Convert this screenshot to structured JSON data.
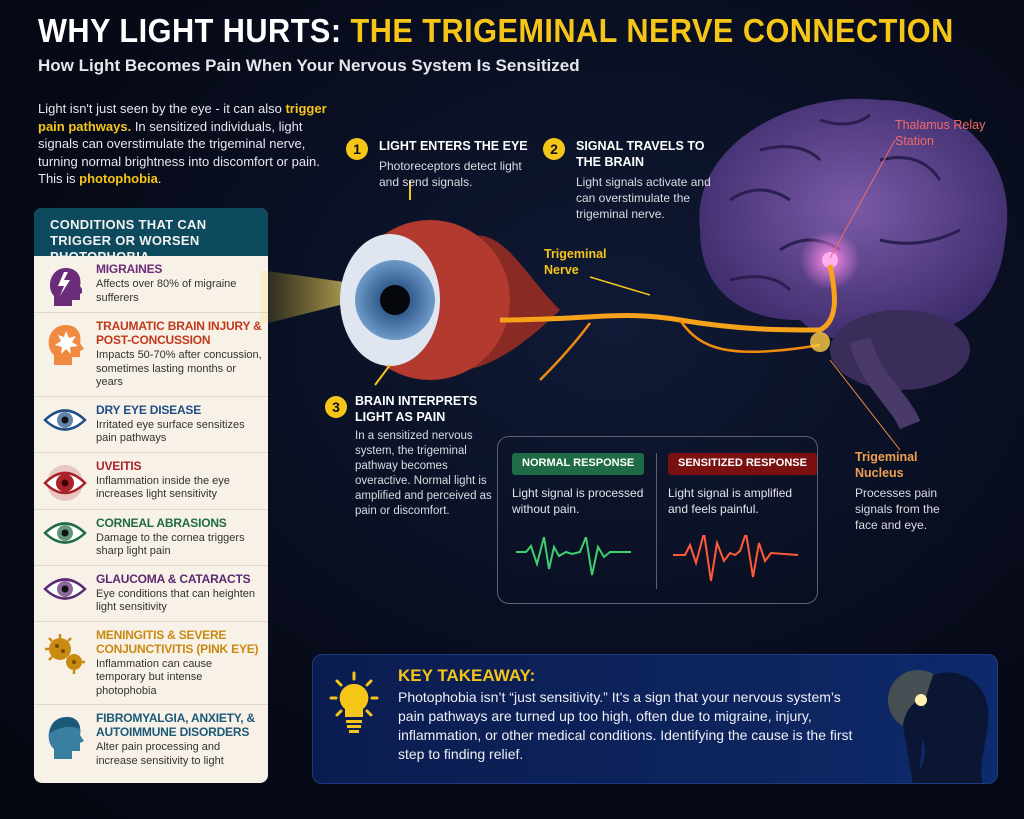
{
  "header": {
    "title_white": "WHY LIGHT HURTS:",
    "title_yellow": "THE TRIGEMINAL NERVE CONNECTION",
    "subtitle": "How Light Becomes Pain When Your Nervous System Is Sensitized"
  },
  "intro": {
    "p1": "Light isn't just seen by the eye - it can also ",
    "h1": "trigger pain pathways.",
    "p2": " In sensitized individuals, light signals can overstimulate the trigeminal nerve, turning normal brightness into discomfort or pain. This is ",
    "h2": "photophobia",
    "p3": "."
  },
  "conditions": {
    "heading": "CONDITIONS THAT CAN TRIGGER OR WORSEN PHOTOPHOBIA",
    "items": [
      {
        "title": "MIGRAINES",
        "desc": "Affects over 80% of migraine sufferers",
        "color": "#6b2c7a",
        "icon": "head-lightning-icon"
      },
      {
        "title": "TRAUMATIC BRAIN INJURY & POST-CONCUSSION",
        "desc": "Impacts 50-70% after concussion, sometimes lasting months or years",
        "color": "#c0391b",
        "icon": "head-impact-icon"
      },
      {
        "title": "DRY EYE DISEASE",
        "desc": "Irritated eye surface sensitizes pain pathways",
        "color": "#1f4f86",
        "icon": "eye-icon"
      },
      {
        "title": "UVEITIS",
        "desc": "Inflammation inside the eye increases light sensitivity",
        "color": "#a8232a",
        "icon": "inflamed-eye-icon"
      },
      {
        "title": "CORNEAL ABRASIONS",
        "desc": "Damage to the cornea triggers sharp light pain",
        "color": "#1f6b45",
        "icon": "eye-icon"
      },
      {
        "title": "GLAUCOMA & CATARACTS",
        "desc": "Eye conditions that can heighten light sensitivity",
        "color": "#5a2a72",
        "icon": "eye-icon"
      },
      {
        "title": "MENINGITIS & SEVERE CONJUNCTIVITIS (PINK EYE)",
        "desc": "Inflammation can cause temporary but intense photophobia",
        "color": "#c98a12",
        "icon": "virus-icon"
      },
      {
        "title": "FIBROMYALGIA, ANXIETY, & AUTOIMMUNE DISORDERS",
        "desc": "Alter pain processing and increase sensitivity to light",
        "color": "#1a5a78",
        "icon": "head-icon"
      }
    ]
  },
  "steps": [
    {
      "num": "1",
      "title": "LIGHT ENTERS THE EYE",
      "desc": "Photoreceptors detect light and send signals."
    },
    {
      "num": "2",
      "title": "SIGNAL TRAVELS TO THE BRAIN",
      "desc": "Light signals activate and can overstimulate the trigeminal nerve."
    },
    {
      "num": "3",
      "title": "BRAIN INTERPRETS LIGHT AS PAIN",
      "desc": "In a sensitized nervous system, the trigeminal pathway becomes overactive. Normal light is amplified and perceived as pain or discomfort."
    }
  ],
  "labels": {
    "trigeminal_nerve": "Trigeminal Nerve",
    "thalamus": "Thalamus Relay Station",
    "nucleus": "Trigeminal Nucleus",
    "nucleus_desc": "Processes pain signals from the face and eye."
  },
  "response": {
    "normal": {
      "label": "NORMAL RESPONSE",
      "desc": "Light signal is processed without pain.",
      "color": "#1f6b45"
    },
    "sensitized": {
      "label": "SENSITIZED RESPONSE",
      "desc": "Light signal is amplified and feels painful.",
      "color": "#7a1010"
    }
  },
  "takeaway": {
    "title": "KEY TAKEAWAY:",
    "text": "Photophobia isn’t “just sensitivity.” It’s a sign that your nervous system’s pain pathways are turned up too high, often due to migraine, injury, inflammation, or other medical conditions. Identifying the cause is the first step to finding relief."
  },
  "colors": {
    "accent": "#f5c518",
    "panel_header": "#0e4a5d"
  }
}
